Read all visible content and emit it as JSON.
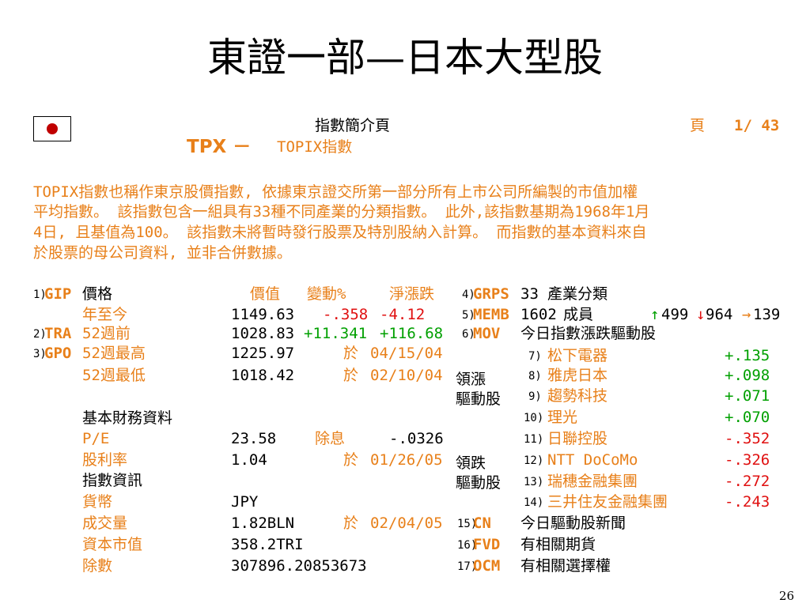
{
  "slide": {
    "title": "東證一部—日本大型股",
    "page_number": "26"
  },
  "header": {
    "flag_icon": "japan-flag-icon",
    "page_title": "指數簡介頁",
    "page_label": "頁",
    "page_count": "1/ 43",
    "ticker": "TPX －",
    "ticker_name": "TOPIX指數"
  },
  "description": [
    "TOPIX指數也稱作東京股價指數, 依據東京證交所第一部分所有上市公司所編製的市值加權",
    "平均指數。 該指數包含一組具有33種不同產業的分類指數。 此外,該指數基期為1968年1月",
    "4日, 且基值為100。 該指數未將暫時發行股票及特別股納入計算。 而指數的基本資料來自",
    "於股票的母公司資料, 並非合併數據。"
  ],
  "left_panel": {
    "cmd1_num": "1)",
    "cmd1_code": "GIP",
    "label_price": "價格",
    "col_value": "價值",
    "col_change_pct": "變動%",
    "col_net_change": "淨漲跌",
    "ytd_label": "年至今",
    "ytd_value": "1149.63",
    "ytd_pct": "-.358",
    "ytd_net": "-4.12",
    "cmd2_num": "2)",
    "cmd2_code": "TRA",
    "wk52ago_label": "52週前",
    "wk52ago_value": "1028.83",
    "wk52ago_pct": "+11.341",
    "wk52ago_net": "+116.68",
    "cmd3_num": "3)",
    "cmd3_code": "GPO",
    "wk52high_label": "52週最高",
    "wk52high_value": "1225.97",
    "wk52high_on": "於",
    "wk52high_date": "04/15/04",
    "wk52low_label": "52週最低",
    "wk52low_value": "1018.42",
    "wk52low_on": "於",
    "wk52low_date": "02/10/04",
    "fundamentals_label": "基本財務資料",
    "pe_label": "P/E",
    "pe_value": "23.58",
    "exdiv_label": "除息",
    "exdiv_value": "-.0326",
    "yield_label": "股利率",
    "yield_value": "1.04",
    "yield_on": "於",
    "yield_date": "01/26/05",
    "index_info_label": "指數資訊",
    "currency_label": "貨幣",
    "currency_value": "JPY",
    "volume_label": "成交量",
    "volume_value": "1.82BLN",
    "volume_on": "於",
    "volume_date": "02/04/05",
    "mktcap_label": "資本市值",
    "mktcap_value": "358.2TRI",
    "divisor_label": "除數",
    "divisor_value": "307896.20853673"
  },
  "right_panel": {
    "cmd4_num": "4)",
    "cmd4_code": "GRPS",
    "grps_count": "33",
    "grps_label": "產業分類",
    "cmd5_num": "5)",
    "cmd5_code": "MEMB",
    "memb_count": "1602",
    "memb_label": "成員",
    "up_arrow": "↑",
    "up_count": "499",
    "down_arrow": "↓",
    "down_count": "964",
    "flat_arrow": "→",
    "flat_count": "139",
    "cmd6_num": "6)",
    "cmd6_code": "MOV",
    "mov_label": "今日指數漲跌驅動股",
    "leaders_label_1": "領漲",
    "leaders_label_2": "驅動股",
    "laggards_label_1": "領跌",
    "laggards_label_2": "驅動股",
    "movers": [
      {
        "num": "7)",
        "name": "松下電器",
        "change": "+.135"
      },
      {
        "num": "8)",
        "name": "雅虎日本",
        "change": "+.098"
      },
      {
        "num": "9)",
        "name": "趨勢科技",
        "change": "+.071"
      },
      {
        "num": "10)",
        "name": "理光",
        "change": "+.070"
      },
      {
        "num": "11)",
        "name": "日聯控股",
        "change": "-.352"
      },
      {
        "num": "12)",
        "name": "NTT DoCoMo",
        "change": "-.326"
      },
      {
        "num": "13)",
        "name": "瑞穗金融集團",
        "change": "-.272"
      },
      {
        "num": "14)",
        "name": "三井住友金融集團",
        "change": "-.243"
      }
    ],
    "cmd15_num": "15)",
    "cmd15_code": "CN",
    "cn_label": "今日驅動股新聞",
    "cmd16_num": "16)",
    "cmd16_code": "FVD",
    "fvd_label": "有相關期貨",
    "cmd17_num": "17)",
    "cmd17_code": "OCM",
    "ocm_label": "有相關選擇權"
  }
}
